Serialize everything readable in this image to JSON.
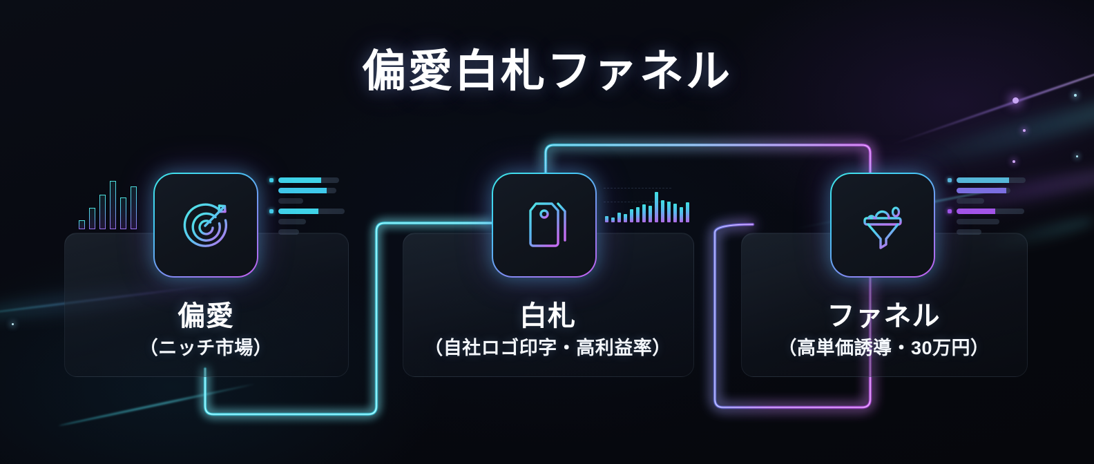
{
  "page": {
    "title": "偏愛白札ファネル",
    "background_color": "#06070c",
    "accent_cyan": "#3fe6e8",
    "accent_blue": "#45c8f5",
    "accent_purple": "#c45ff0"
  },
  "cards": [
    {
      "id": "hen-ai",
      "icon": "target-icon",
      "title": "偏愛",
      "subtitle": "（ニッチ市場）"
    },
    {
      "id": "shiro-fuda",
      "icon": "price-tag-icon",
      "title": "白札",
      "subtitle": "（自社ロゴ印字・高利益率）"
    },
    {
      "id": "funnel",
      "icon": "funnel-icon",
      "title": "ファネル",
      "subtitle": "（高単価誘導・30万円）"
    }
  ],
  "chart_data": [
    {
      "type": "bar",
      "id": "decor-bars-left",
      "title": "",
      "categories": [
        "1",
        "2",
        "3",
        "4",
        "5",
        "6"
      ],
      "values": [
        12,
        30,
        50,
        70,
        46,
        62
      ],
      "ylim": [
        0,
        75
      ],
      "xlabel": "",
      "ylabel": "",
      "grid": false,
      "legend": "none",
      "style": "outline"
    },
    {
      "type": "bar",
      "id": "decor-bars-center",
      "title": "",
      "categories": [
        "1",
        "2",
        "3",
        "4",
        "5",
        "6",
        "7",
        "8",
        "9",
        "10",
        "11",
        "12",
        "13",
        "14"
      ],
      "values": [
        9,
        7,
        14,
        12,
        19,
        22,
        26,
        24,
        44,
        32,
        30,
        27,
        22,
        29
      ],
      "ylim": [
        0,
        46
      ],
      "xlabel": "",
      "ylabel": "",
      "grid": true,
      "legend": "none",
      "style": "solid"
    }
  ],
  "decor": {
    "lines_left": [
      {
        "dot": true,
        "fill_width": 62,
        "track_width": 88,
        "color": "#3fd3e8"
      },
      {
        "dot": false,
        "fill_width": 70,
        "track_width": 84,
        "color": "#3fc9ea"
      },
      {
        "dot": false,
        "fill_width": 0,
        "track_width": 36,
        "color": "#2b3a46"
      },
      {
        "dot": true,
        "fill_width": 58,
        "track_width": 96,
        "color": "#3fd3e8"
      },
      {
        "dot": false,
        "fill_width": 0,
        "track_width": 40,
        "color": "#2b3a46"
      },
      {
        "dot": false,
        "fill_width": 0,
        "track_width": 30,
        "color": "#2b3a46"
      }
    ],
    "lines_right": [
      {
        "dot": true,
        "fill_width": 76,
        "track_width": 100,
        "color": "#56b7d8"
      },
      {
        "dot": false,
        "fill_width": 72,
        "track_width": 78,
        "color": "#7b6fe0"
      },
      {
        "dot": false,
        "fill_width": 0,
        "track_width": 40,
        "color": "#3a3350"
      },
      {
        "dot": true,
        "fill_width": 56,
        "track_width": 98,
        "color": "#a254e8"
      },
      {
        "dot": false,
        "fill_width": 0,
        "track_width": 62,
        "color": "#44506a"
      },
      {
        "dot": false,
        "fill_width": 0,
        "track_width": 36,
        "color": "#3a3350"
      }
    ]
  }
}
